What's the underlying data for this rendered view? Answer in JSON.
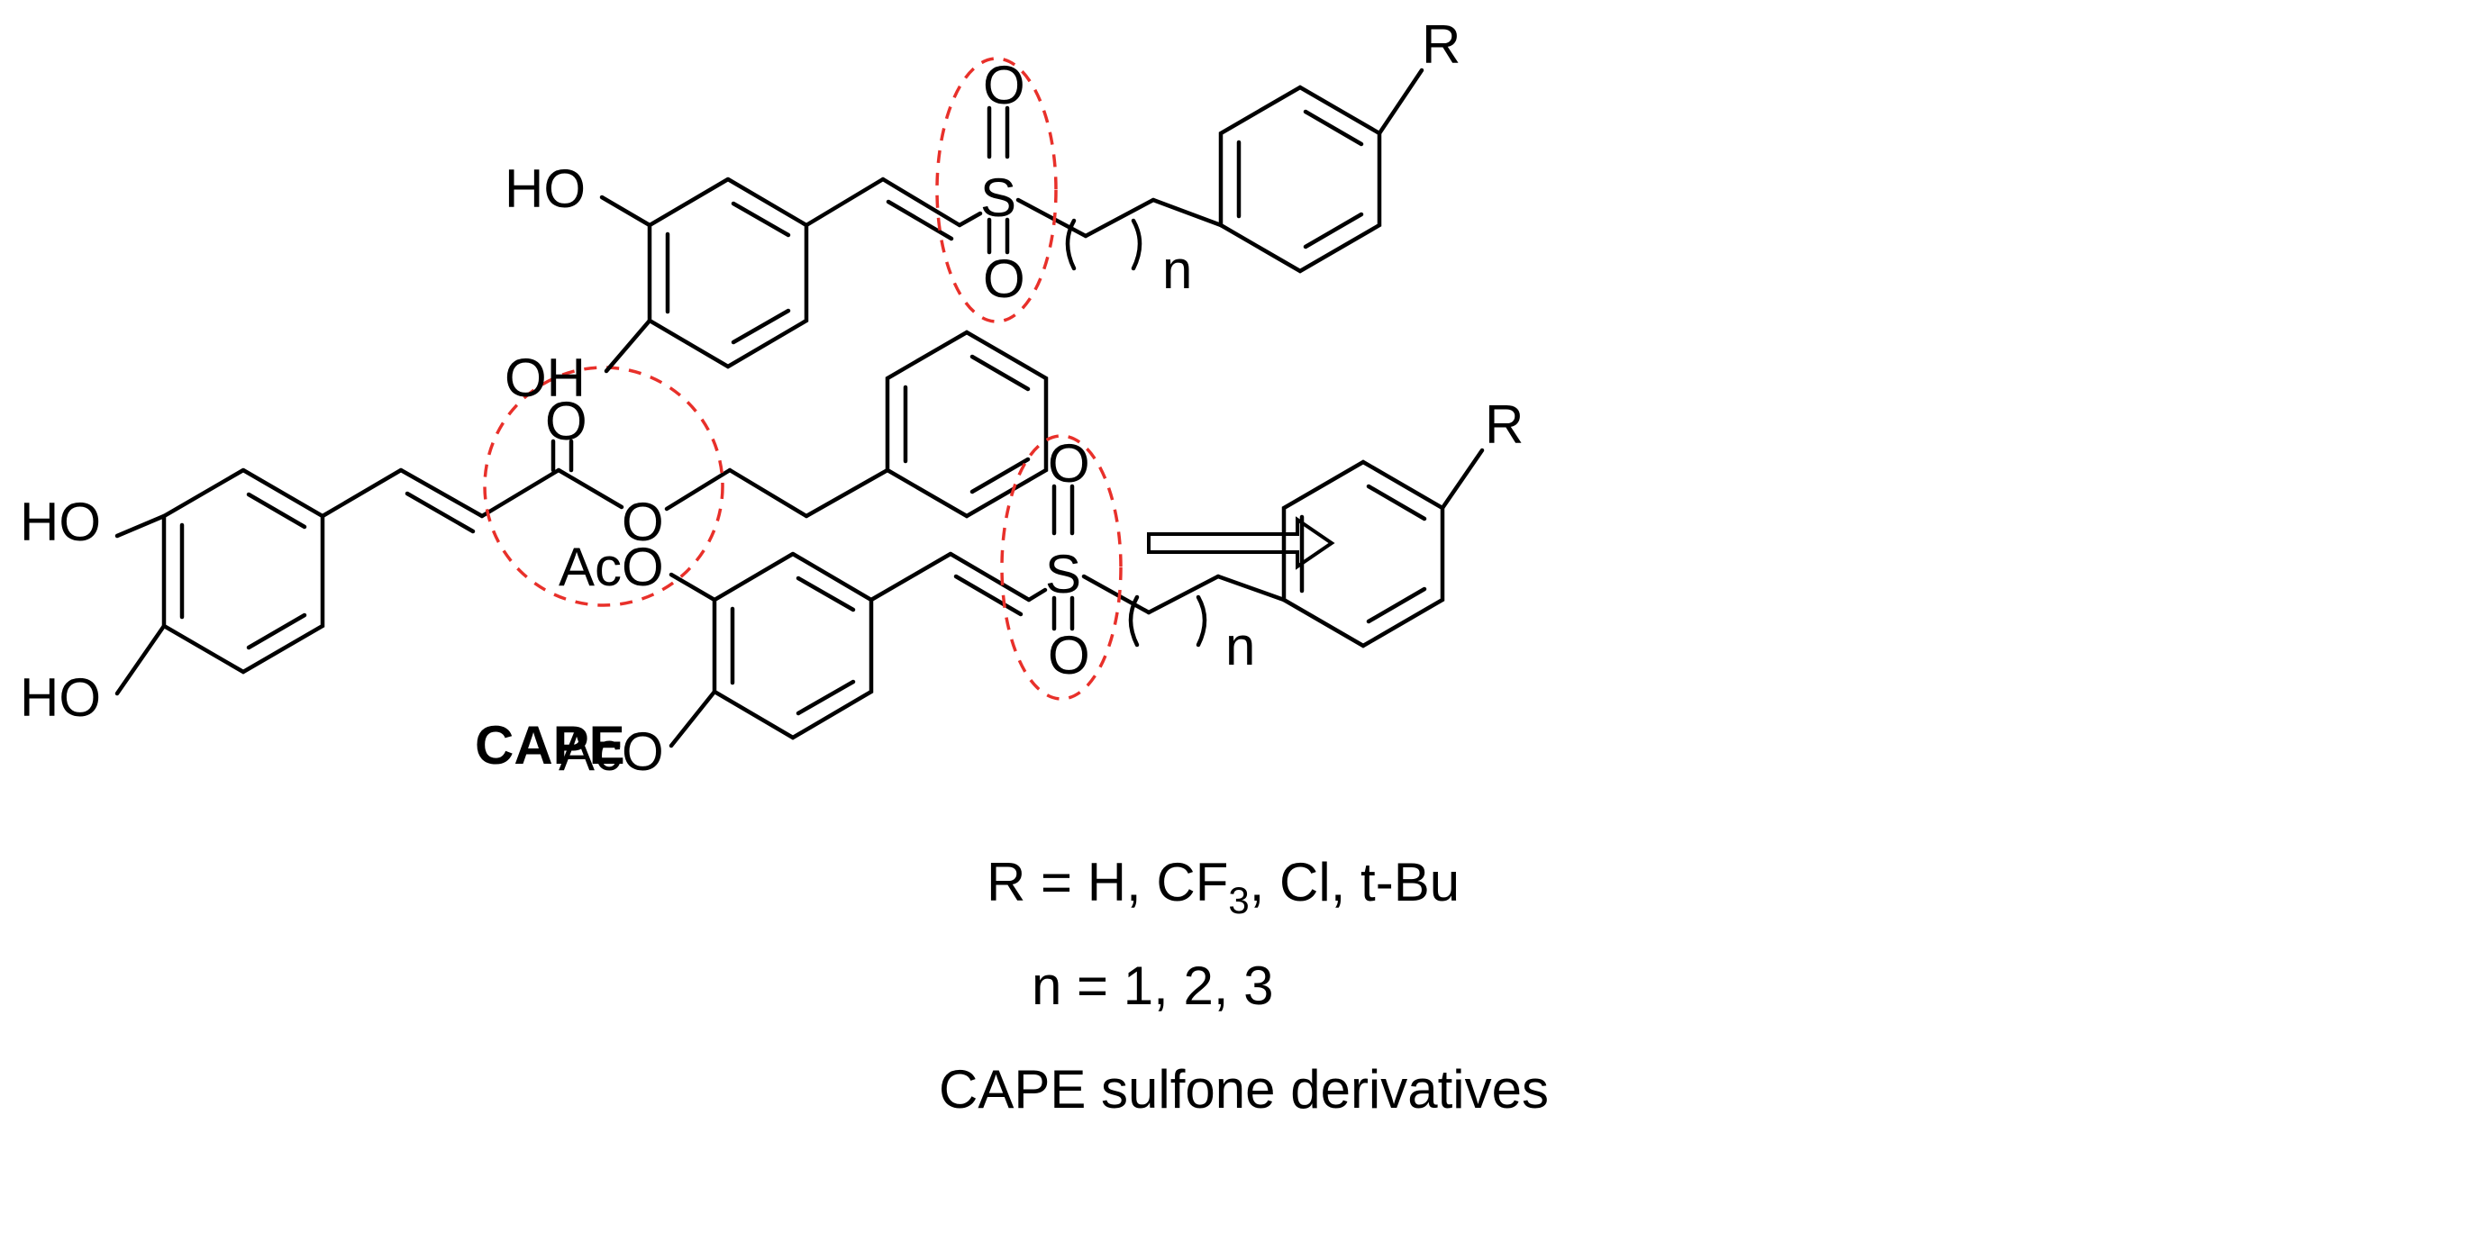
{
  "cape": {
    "label": "CAPE",
    "atoms": {
      "ho_top": "HO",
      "ho_bottom": "HO",
      "carbonyl_o": "O",
      "ester_o": "O"
    }
  },
  "product1": {
    "atoms": {
      "ho": "HO",
      "oh": "OH",
      "s": "S",
      "o_top": "O",
      "o_bottom": "O",
      "n": "n",
      "r": "R"
    }
  },
  "product2": {
    "atoms": {
      "aco_top": "AcO",
      "aco_bottom": "AcO",
      "s": "S",
      "o_top": "O",
      "o_bottom": "O",
      "n": "n",
      "r": "R"
    }
  },
  "legend": {
    "r_line": {
      "prefix": "R = H, CF",
      "sub": "3",
      "suffix": ", Cl, t-Bu"
    },
    "n_line": "n = 1, 2, 3",
    "title": "CAPE sulfone derivatives"
  },
  "colors": {
    "bond": "#000000",
    "highlight": "#e8302a"
  }
}
